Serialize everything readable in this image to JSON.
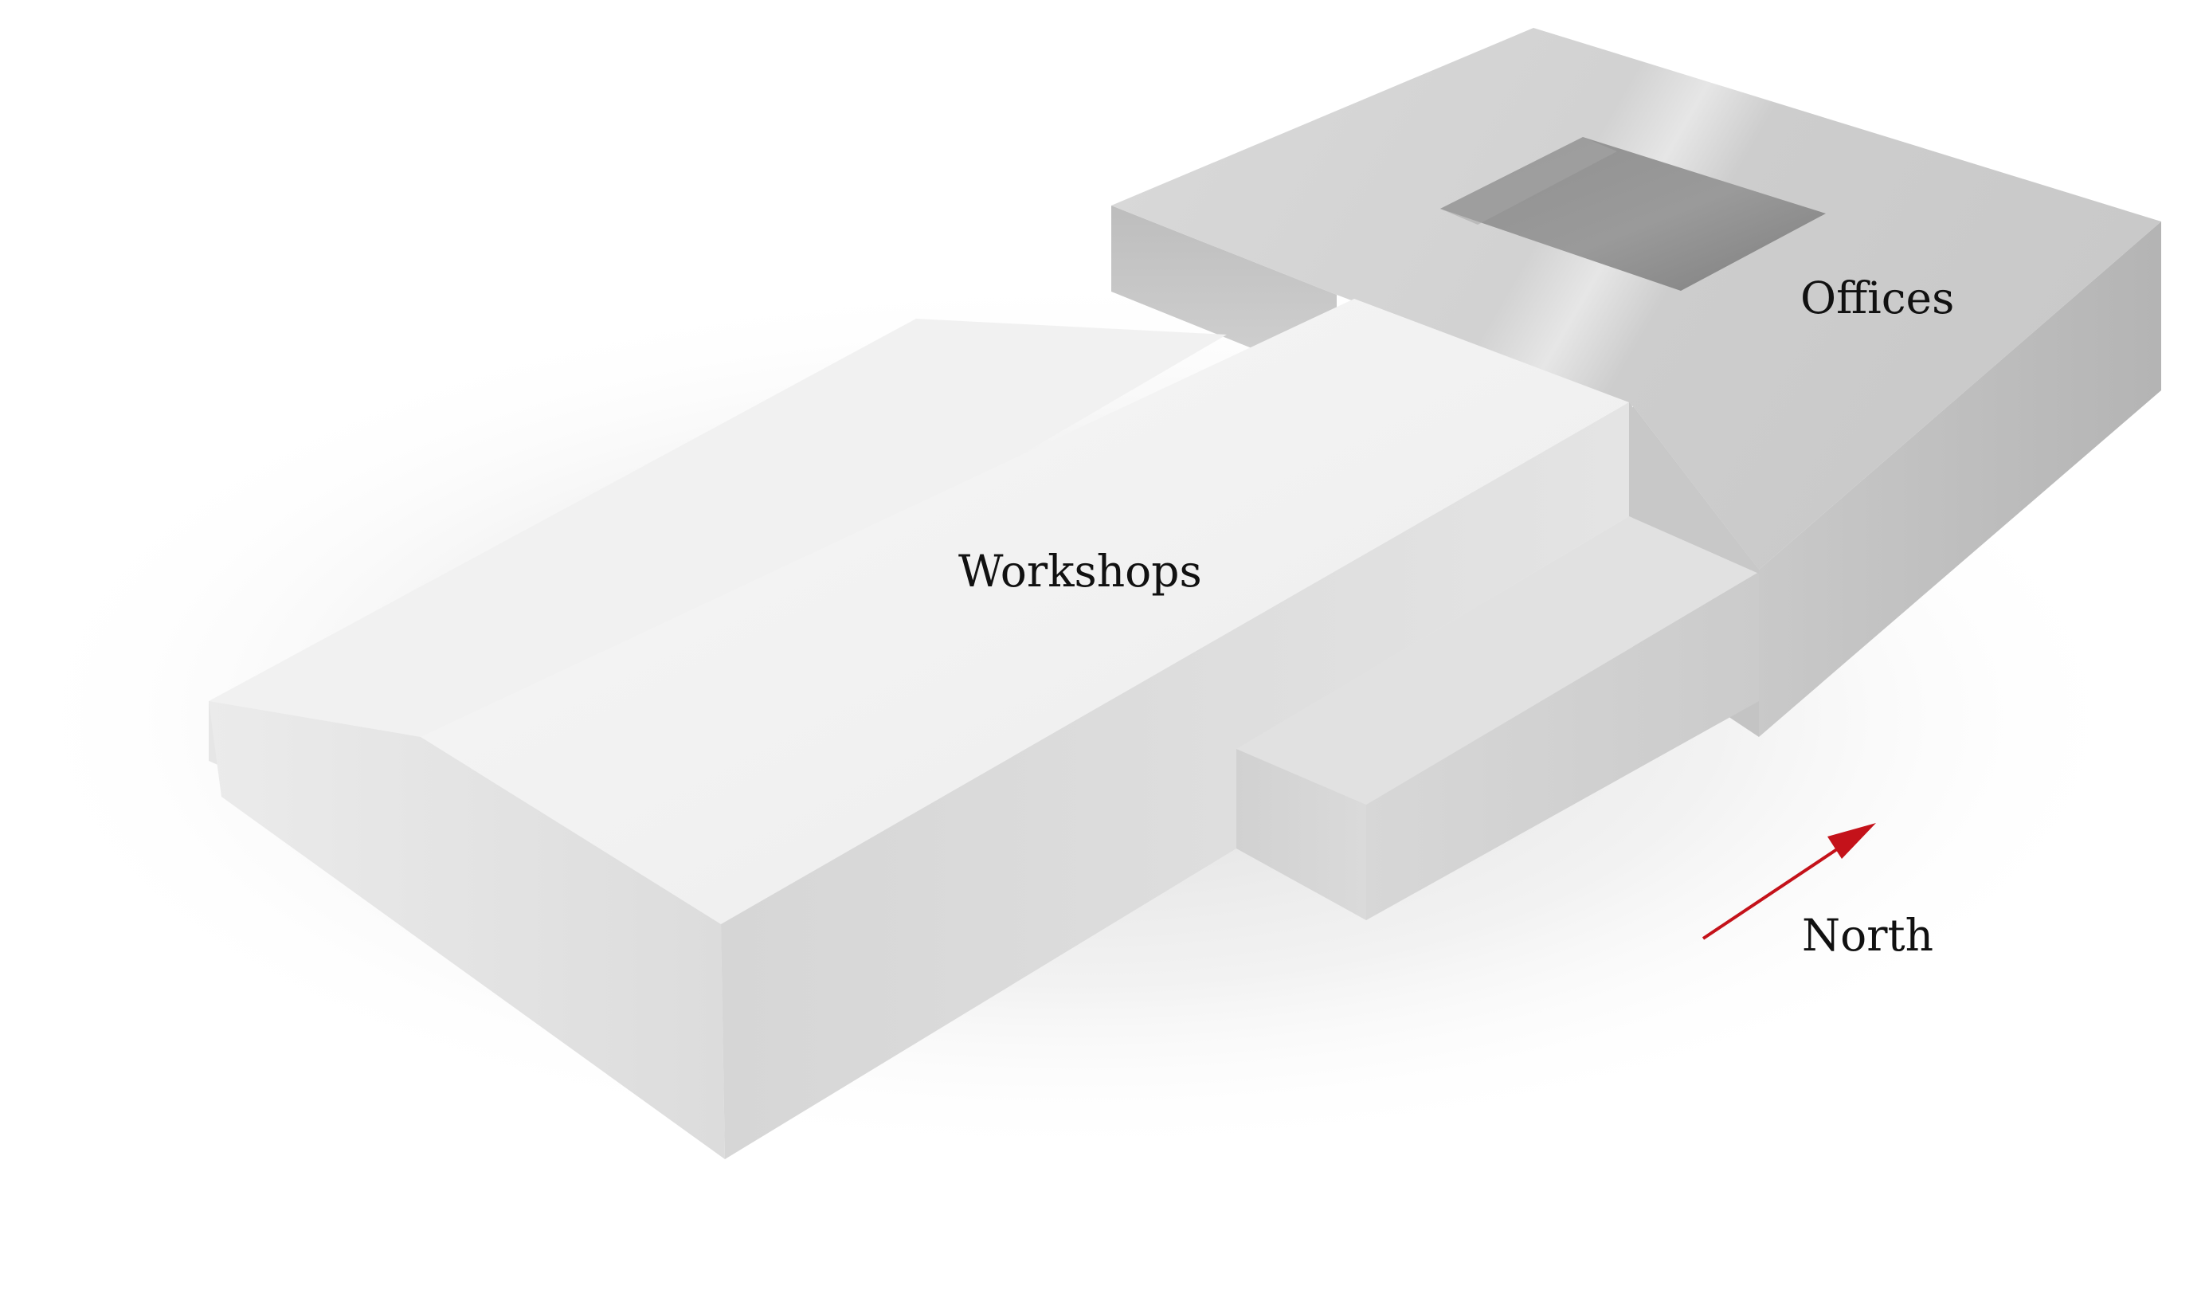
{
  "diagram": {
    "labels": {
      "offices": "Offices",
      "workshops": "Workshops",
      "north": "North"
    },
    "colors": {
      "arrow": "#c4121a",
      "text": "#111111",
      "background": "#ffffff"
    }
  }
}
